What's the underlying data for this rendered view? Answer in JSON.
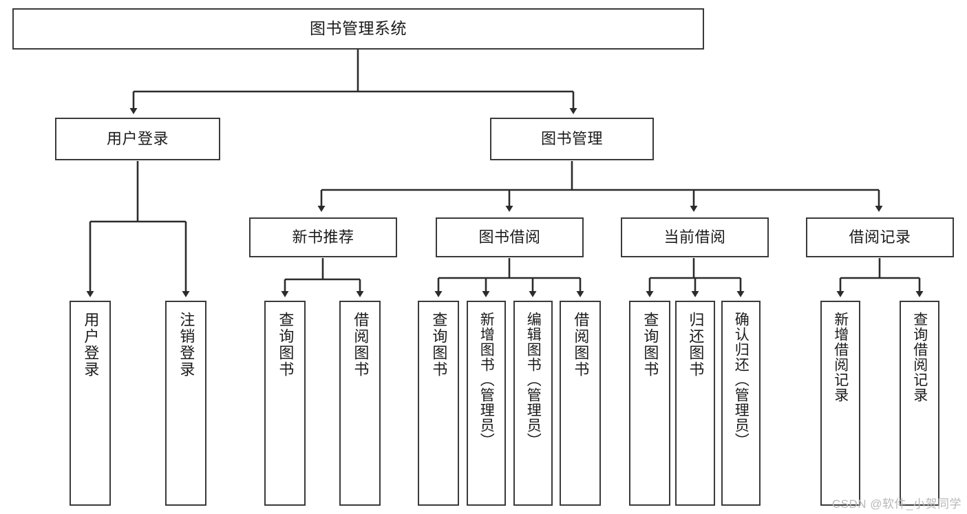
{
  "diagram": {
    "title": "图书管理系统",
    "type": "tree",
    "watermark": "CSDN @软件_小贺同学",
    "colors": {
      "box_border": "#3a3a3a",
      "box_fill": "#ffffff",
      "connector": "#2b2b2b",
      "text": "#1b1b1b",
      "watermark": "#b8b8b8",
      "background": "#ffffff"
    },
    "root": {
      "label": "图书管理系统"
    },
    "level2": [
      {
        "label": "用户登录"
      },
      {
        "label": "图书管理"
      }
    ],
    "level3": [
      {
        "label": "新书推荐"
      },
      {
        "label": "图书借阅"
      },
      {
        "label": "当前借阅"
      },
      {
        "label": "借阅记录"
      }
    ],
    "leaves": {
      "user_login": [
        {
          "label": "用户登录"
        },
        {
          "label": "注销登录"
        }
      ],
      "new_book_recommend": [
        {
          "label": "查询图书"
        },
        {
          "label": "借阅图书"
        }
      ],
      "book_borrow": [
        {
          "label": "查询图书"
        },
        {
          "label": "新增图书（管理员）"
        },
        {
          "label": "编辑图书（管理员）"
        },
        {
          "label": "借阅图书"
        }
      ],
      "current_borrow": [
        {
          "label": "查询图书"
        },
        {
          "label": "归还图书"
        },
        {
          "label": "确认归还（管理员）"
        }
      ],
      "borrow_record": [
        {
          "label": "新增借阅记录"
        },
        {
          "label": "查询借阅记录"
        }
      ]
    }
  }
}
